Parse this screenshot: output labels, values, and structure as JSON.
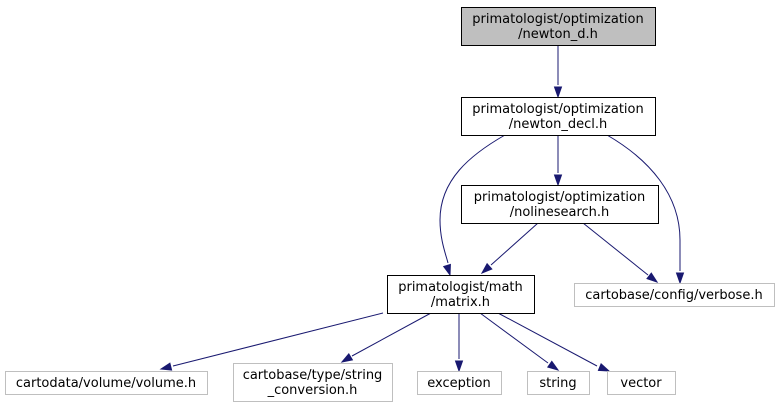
{
  "graph": {
    "nodes": [
      {
        "id": "n0",
        "lines": [
          "primatologist/optimization",
          "/newton_d.h"
        ],
        "kind": "main"
      },
      {
        "id": "n1",
        "lines": [
          "primatologist/optimization",
          "/newton_decl.h"
        ],
        "kind": "local"
      },
      {
        "id": "n2",
        "lines": [
          "primatologist/optimization",
          "/nolinesearch.h"
        ],
        "kind": "local"
      },
      {
        "id": "n3",
        "lines": [
          "primatologist/math",
          "/matrix.h"
        ],
        "kind": "local"
      },
      {
        "id": "n4",
        "lines": [
          "cartobase/config/verbose.h"
        ],
        "kind": "external"
      },
      {
        "id": "n5",
        "lines": [
          "cartodata/volume/volume.h"
        ],
        "kind": "external"
      },
      {
        "id": "n6",
        "lines": [
          "cartobase/type/string",
          "_conversion.h"
        ],
        "kind": "external"
      },
      {
        "id": "n7",
        "lines": [
          "exception"
        ],
        "kind": "external"
      },
      {
        "id": "n8",
        "lines": [
          "string"
        ],
        "kind": "external"
      },
      {
        "id": "n9",
        "lines": [
          "vector"
        ],
        "kind": "external"
      }
    ],
    "edges": [
      {
        "from": "n0",
        "to": "n1"
      },
      {
        "from": "n1",
        "to": "n3"
      },
      {
        "from": "n1",
        "to": "n2"
      },
      {
        "from": "n1",
        "to": "n4"
      },
      {
        "from": "n2",
        "to": "n3"
      },
      {
        "from": "n2",
        "to": "n4"
      },
      {
        "from": "n3",
        "to": "n5"
      },
      {
        "from": "n3",
        "to": "n6"
      },
      {
        "from": "n3",
        "to": "n7"
      },
      {
        "from": "n3",
        "to": "n8"
      },
      {
        "from": "n3",
        "to": "n9"
      }
    ],
    "colors": {
      "edge": "#191970",
      "main_fill": "#bfbfbf",
      "local_border": "#000000",
      "external_border": "#bfbfbf"
    }
  }
}
